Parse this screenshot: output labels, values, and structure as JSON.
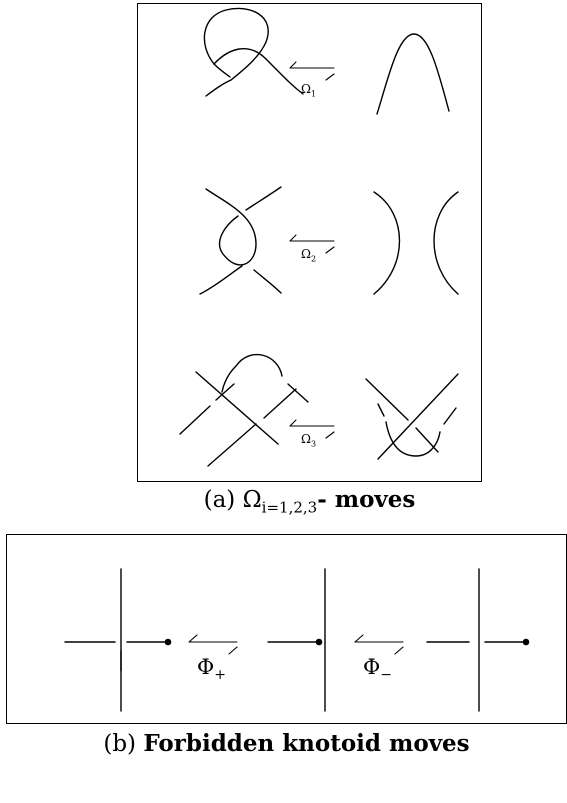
{
  "panel_a": {
    "moves": [
      {
        "symbol": "Ω",
        "subscript": "1"
      },
      {
        "symbol": "Ω",
        "subscript": "2"
      },
      {
        "symbol": "Ω",
        "subscript": "3"
      }
    ],
    "caption_prefix": "(a) Ω",
    "caption_subscript": "i=1,2,3",
    "caption_bold": "- moves"
  },
  "panel_b": {
    "moves": [
      {
        "symbol": "Φ",
        "subscript": "+"
      },
      {
        "symbol": "Φ",
        "subscript": "−"
      }
    ],
    "caption_prefix": "(b)",
    "caption_bold": "Forbidden knotoid moves"
  }
}
